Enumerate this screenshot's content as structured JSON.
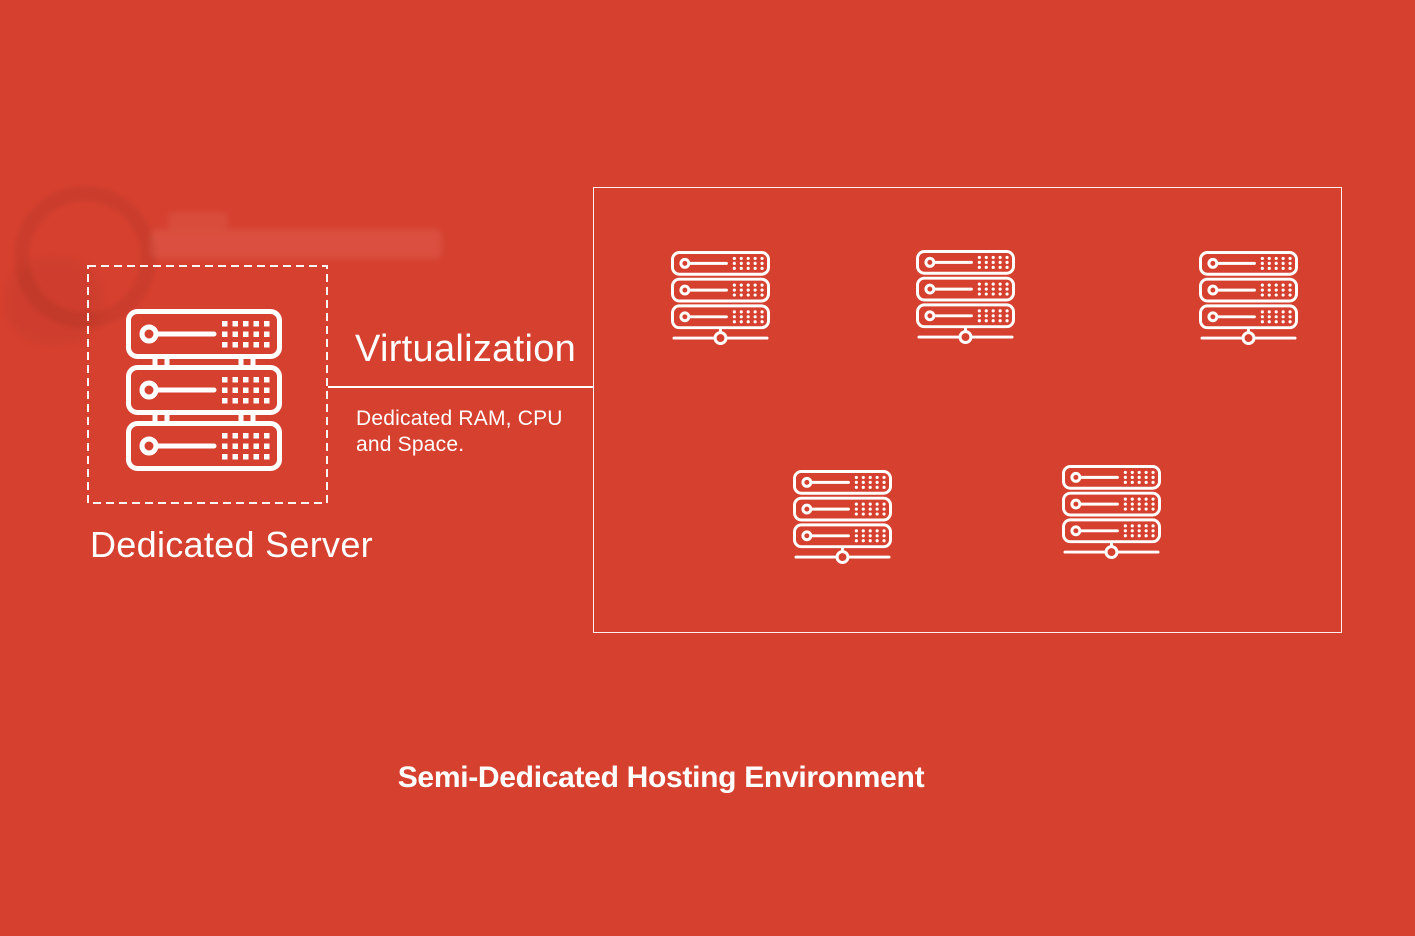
{
  "colors": {
    "background": "#d6402f",
    "foreground": "#ffffff"
  },
  "dedicated_server": {
    "label": "Dedicated Server",
    "icon": "server-rack-icon"
  },
  "virtualization": {
    "title": "Virtualization",
    "description_lines": [
      "Dedicated RAM, CPU",
      "and Space."
    ]
  },
  "hosting_environment": {
    "virtual_server_count": 5,
    "server_icon": "server-rack-network-icon"
  },
  "footer": {
    "title": "Semi-Dedicated Hosting Environment"
  }
}
